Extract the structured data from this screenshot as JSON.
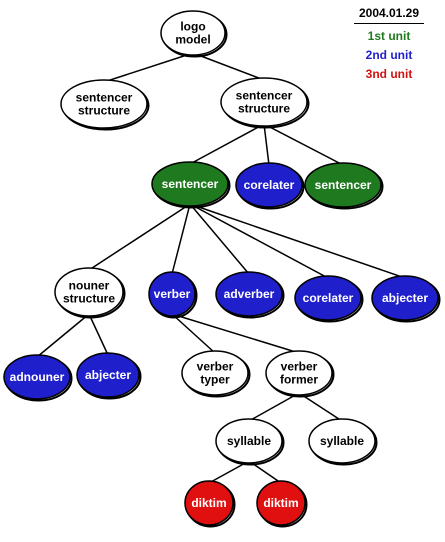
{
  "legend": {
    "date": "2004.01.29",
    "items": [
      {
        "label": "1st unit",
        "color": "#1f7a1f"
      },
      {
        "label": "2nd unit",
        "color": "#1f1fcc"
      },
      {
        "label": "3nd unit",
        "color": "#d11111"
      }
    ]
  },
  "nodes": {
    "logo_model": "logo\nmodel",
    "sentencer_structure_left": "sentencer\nstructure",
    "sentencer_structure_right": "sentencer\nstructure",
    "sentencer_1": "sentencer",
    "corelater_1": "corelater",
    "sentencer_2": "sentencer",
    "nouner_structure": "nouner\nstructure",
    "verber": "verber",
    "adverber": "adverber",
    "corelater_2": "corelater",
    "abjecter_1": "abjecter",
    "adnouner": "adnouner",
    "abjecter_2": "abjecter",
    "verber_typer": "verber\ntyper",
    "verber_former": "verber\nformer",
    "syllable_1": "syllable",
    "syllable_2": "syllable",
    "diktim_1": "diktim",
    "diktim_2": "diktim"
  },
  "colors": {
    "white": "#ffffff",
    "green": "#1f7a1f",
    "blue": "#1f1fcc",
    "red": "#e01010"
  }
}
